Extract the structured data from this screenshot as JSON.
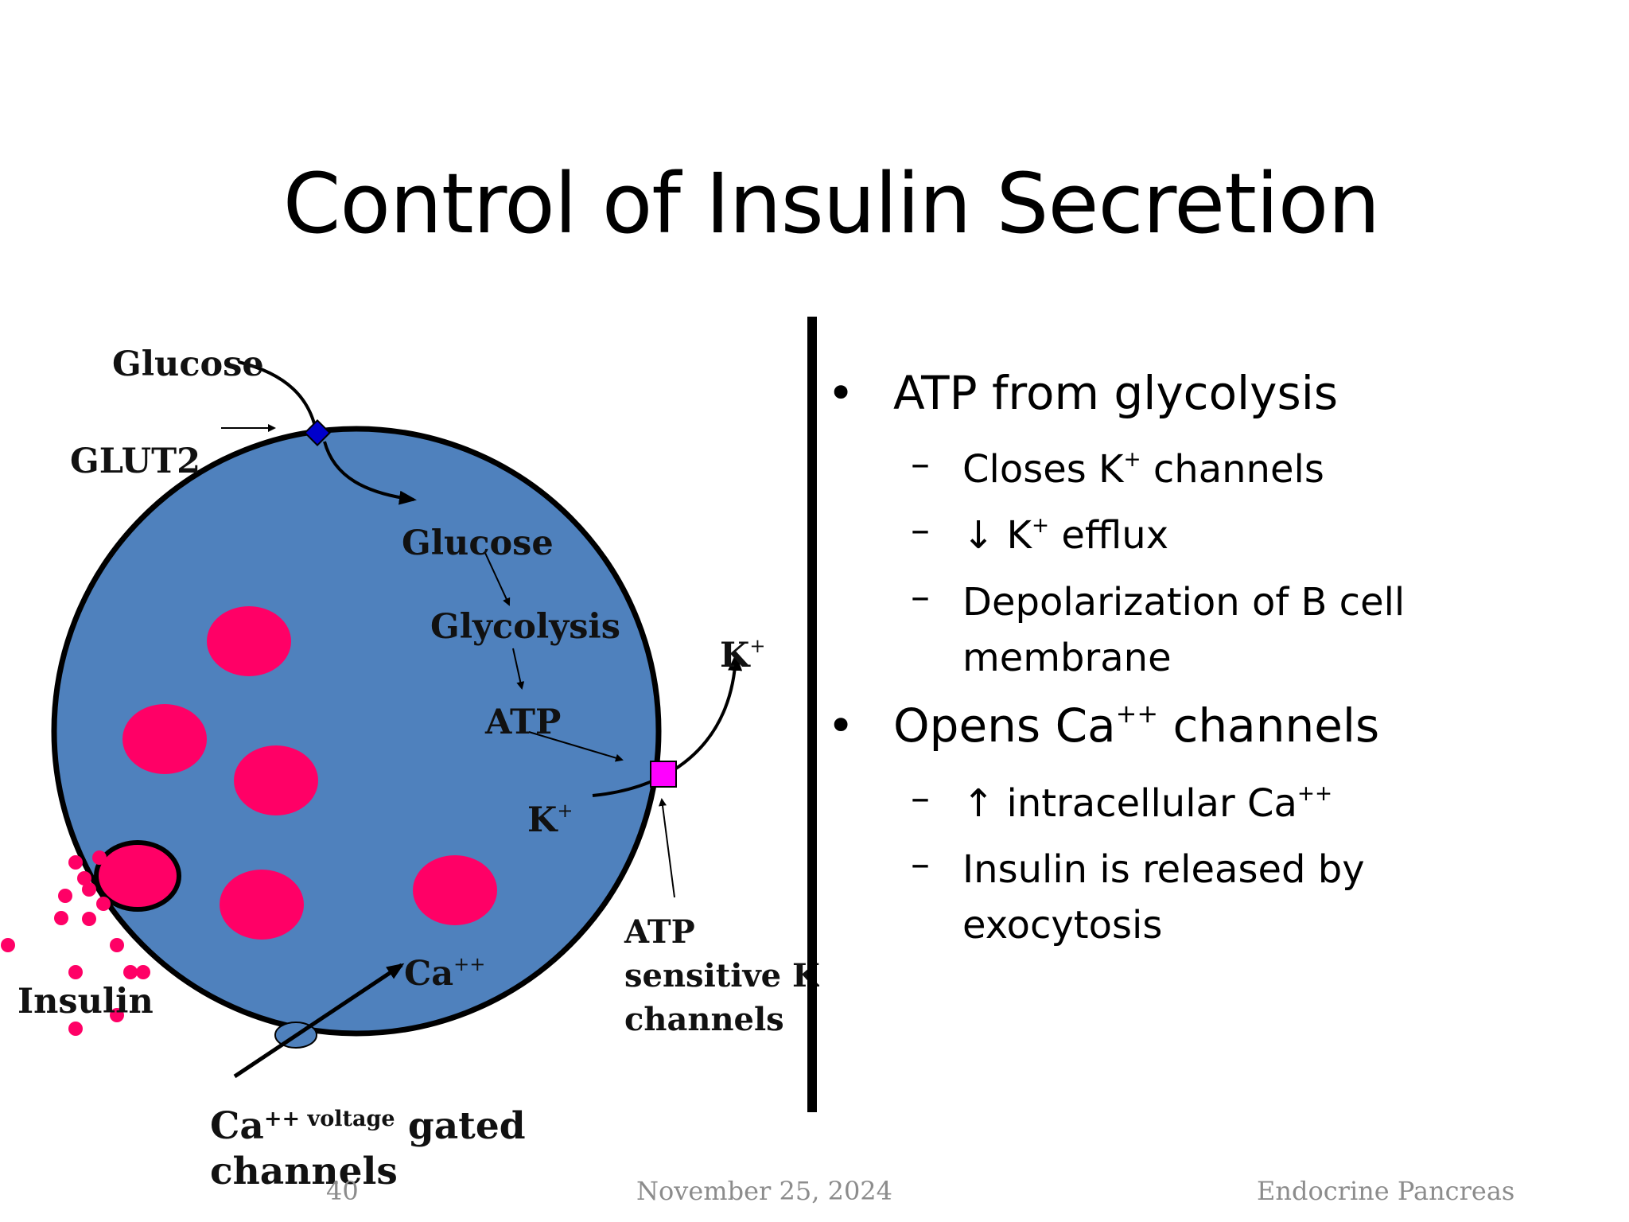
{
  "title": "Control of Insulin Secretion",
  "diagram": {
    "glucose_outside": "Glucose",
    "glut2": "GLUT2",
    "glucose_inside": "Glucose",
    "glycolysis": "Glycolysis",
    "atp": "ATP",
    "k_outside": "K",
    "k_inside": "K",
    "k_charge": "+",
    "atp_channel_label": [
      "ATP",
      "sensitive K",
      "channels"
    ],
    "ca_inside": "Ca",
    "ca_charge": "++",
    "ca_channel_label_line1": [
      "Ca",
      "++ voltage",
      " gated"
    ],
    "ca_channel_label_line2": "channels",
    "insulin": "Insulin",
    "colors": {
      "cell": "#4F81BD",
      "granule": "#FF0066",
      "glut2": "#0000CC",
      "k_channel": "#FF00FF",
      "ca_channel": "#4F81BD"
    }
  },
  "bullets": [
    {
      "text": "ATP from glycolysis",
      "sub": [
        {
          "pre": "Closes K",
          "sup": "+",
          "post": " channels"
        },
        {
          "pre": "↓ K",
          "sup": "+",
          "post": " efflux"
        },
        {
          "lines": [
            "Depolarization of B cell",
            "membrane"
          ]
        }
      ]
    },
    {
      "pre": "Opens Ca",
      "sup": "++",
      "post": " channels",
      "sub": [
        {
          "pre": "↑ intracellular Ca",
          "sup": "++",
          "post": ""
        },
        {
          "lines": [
            "Insulin is released by",
            "exocytosis"
          ]
        }
      ]
    }
  ],
  "footer": {
    "page": "40",
    "date": "November 25, 2024",
    "topic": "Endocrine Pancreas"
  }
}
